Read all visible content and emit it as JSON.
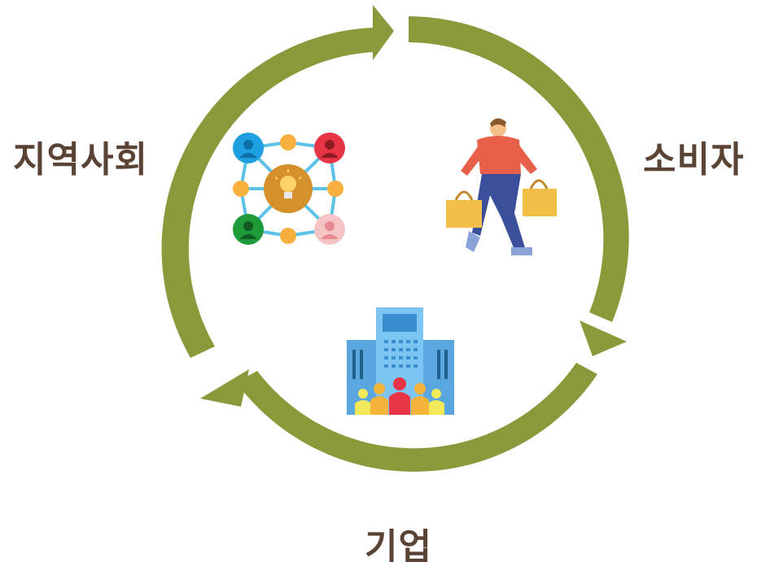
{
  "labels": {
    "community": "지역사회",
    "consumer": "소비자",
    "company": "기업"
  },
  "icons": {
    "community": "network-idea-icon",
    "consumer": "shopper-icon",
    "company": "company-building-icon"
  },
  "colors": {
    "arrow": "#8a9a3b",
    "label": "#5a4335"
  }
}
